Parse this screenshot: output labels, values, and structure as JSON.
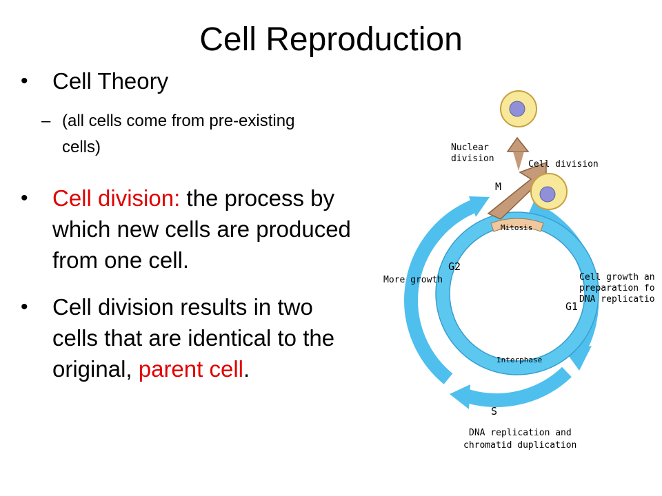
{
  "slide": {
    "title": "Cell Reproduction",
    "bullets": [
      {
        "text": "Cell Theory"
      },
      {
        "sub": "(all cells come from pre-existing cells)"
      },
      {
        "highlight": "Cell division:",
        "rest": " the process by which new cells are produced from one cell."
      },
      {
        "lead": "Cell division results in two cells that are identical to the original, ",
        "highlight": "parent cell",
        "tail": "."
      }
    ]
  },
  "diagram": {
    "labels": {
      "nuclear_division": [
        "Nuclear",
        "division"
      ],
      "cell_division": "Cell division",
      "more_growth": "More growth",
      "cell_growth": [
        "Cell growth and",
        "preparation for",
        "DNA replication"
      ],
      "dna_replication": [
        "DNA replication and",
        "chromatid duplication"
      ]
    },
    "phases": {
      "m": "M",
      "g2": "G2",
      "g1": "G1",
      "s": "S",
      "mitosis": "Mitosis",
      "interphase": "Interphase"
    },
    "colors": {
      "arrow_blue": "#4fbfee",
      "ring_blue": "#5cc8f0",
      "m_brown": "#c49a78",
      "mitosis_tan": "#f0c8a0",
      "cell_yellow": "#f8e89a",
      "nucleus_purple": "#9090d8",
      "emphasis_red": "#e00000"
    }
  }
}
